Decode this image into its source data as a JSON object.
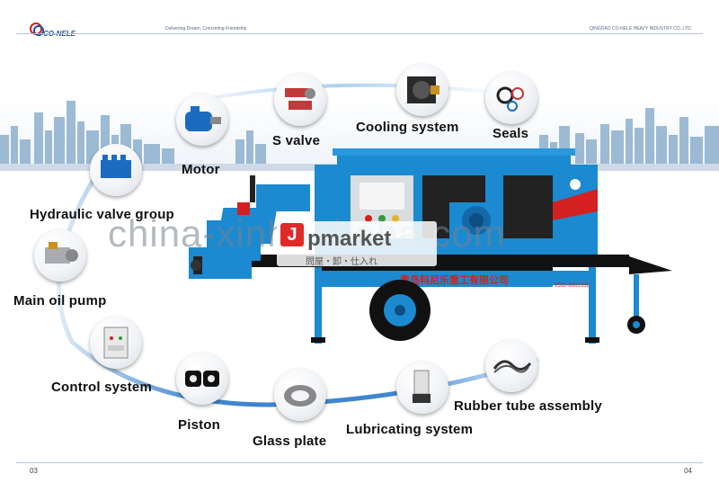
{
  "header": {
    "logo_text": "CO-NELE",
    "slogan": "Delivering Dream, Concreting Friendship",
    "company": "QINGDAO CO-NELE HEAVY INDUSTRY CO.,LTD."
  },
  "labels": {
    "motor": "Motor",
    "s_valve": "S valve",
    "cooling_system": "Cooling system",
    "seals": "Seals",
    "hydraulic_valve_group": "Hydraulic valve group",
    "main_oil_pump": "Main oil pump",
    "control_system": "Control system",
    "piston": "Piston",
    "glass_plate": "Glass plate",
    "lubricating_system": "Lubricating system",
    "rubber_tube_assembly": "Rubber tube assembly"
  },
  "machine": {
    "banner_text": "青岛科尼乐重工有限公司",
    "phone": "0532-8961336"
  },
  "watermark": {
    "domain": "china-xinhuababa.com",
    "jp_letter": "J",
    "jp_text": "pmarket",
    "jp_sub": "問屋・卸・仕入れ"
  },
  "footer": {
    "page_left": "03",
    "page_right": "04"
  },
  "colors": {
    "machine_blue": "#1b8ad0",
    "accent_red": "#d42020",
    "swoosh": "#2a78c8"
  }
}
